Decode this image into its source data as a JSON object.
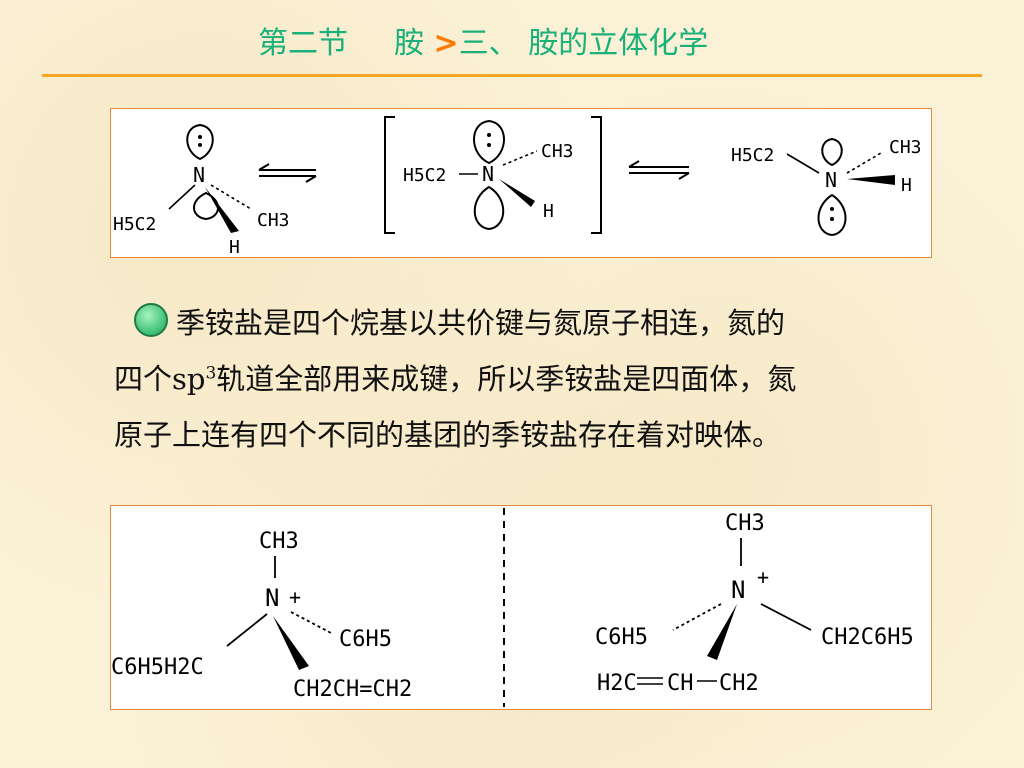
{
  "header": {
    "section": "第二节",
    "topic": "胺",
    "arrow": ">",
    "subtopic": "三、 胺的立体化学"
  },
  "paragraph": {
    "line1": "季铵盐是四个烷基以共价键与氮原子相连，氮的",
    "line2_prefix": "四个sp",
    "line2_sup": "3",
    "line2_suffix": "轨道全部用来成键，所以季铵盐是四面体，氮",
    "line3": "原子上连有四个不同的基团的季铵盐存在着对映体。"
  },
  "inversion_diagram": {
    "atom": "N",
    "ethyl": "H5C2",
    "methyl": "CH3",
    "hydrogen": "H"
  },
  "enantiomer_diagram": {
    "atom": "N",
    "charge": "+",
    "methyl": "CH3",
    "phenyl": "C6H5",
    "benzyl_left": "C6H5H2C",
    "benzyl_right": "CH2C6H5",
    "allyl_left": "CH2CH=CH2",
    "allyl_right_a": "H2C",
    "allyl_right_b": "CH",
    "allyl_right_c": "CH2"
  },
  "colors": {
    "title": "#19b07a",
    "arrow": "#ff7a00",
    "rule": "#f5a623",
    "box_border": "#e58a3a",
    "bullet": "#3bbf72"
  }
}
